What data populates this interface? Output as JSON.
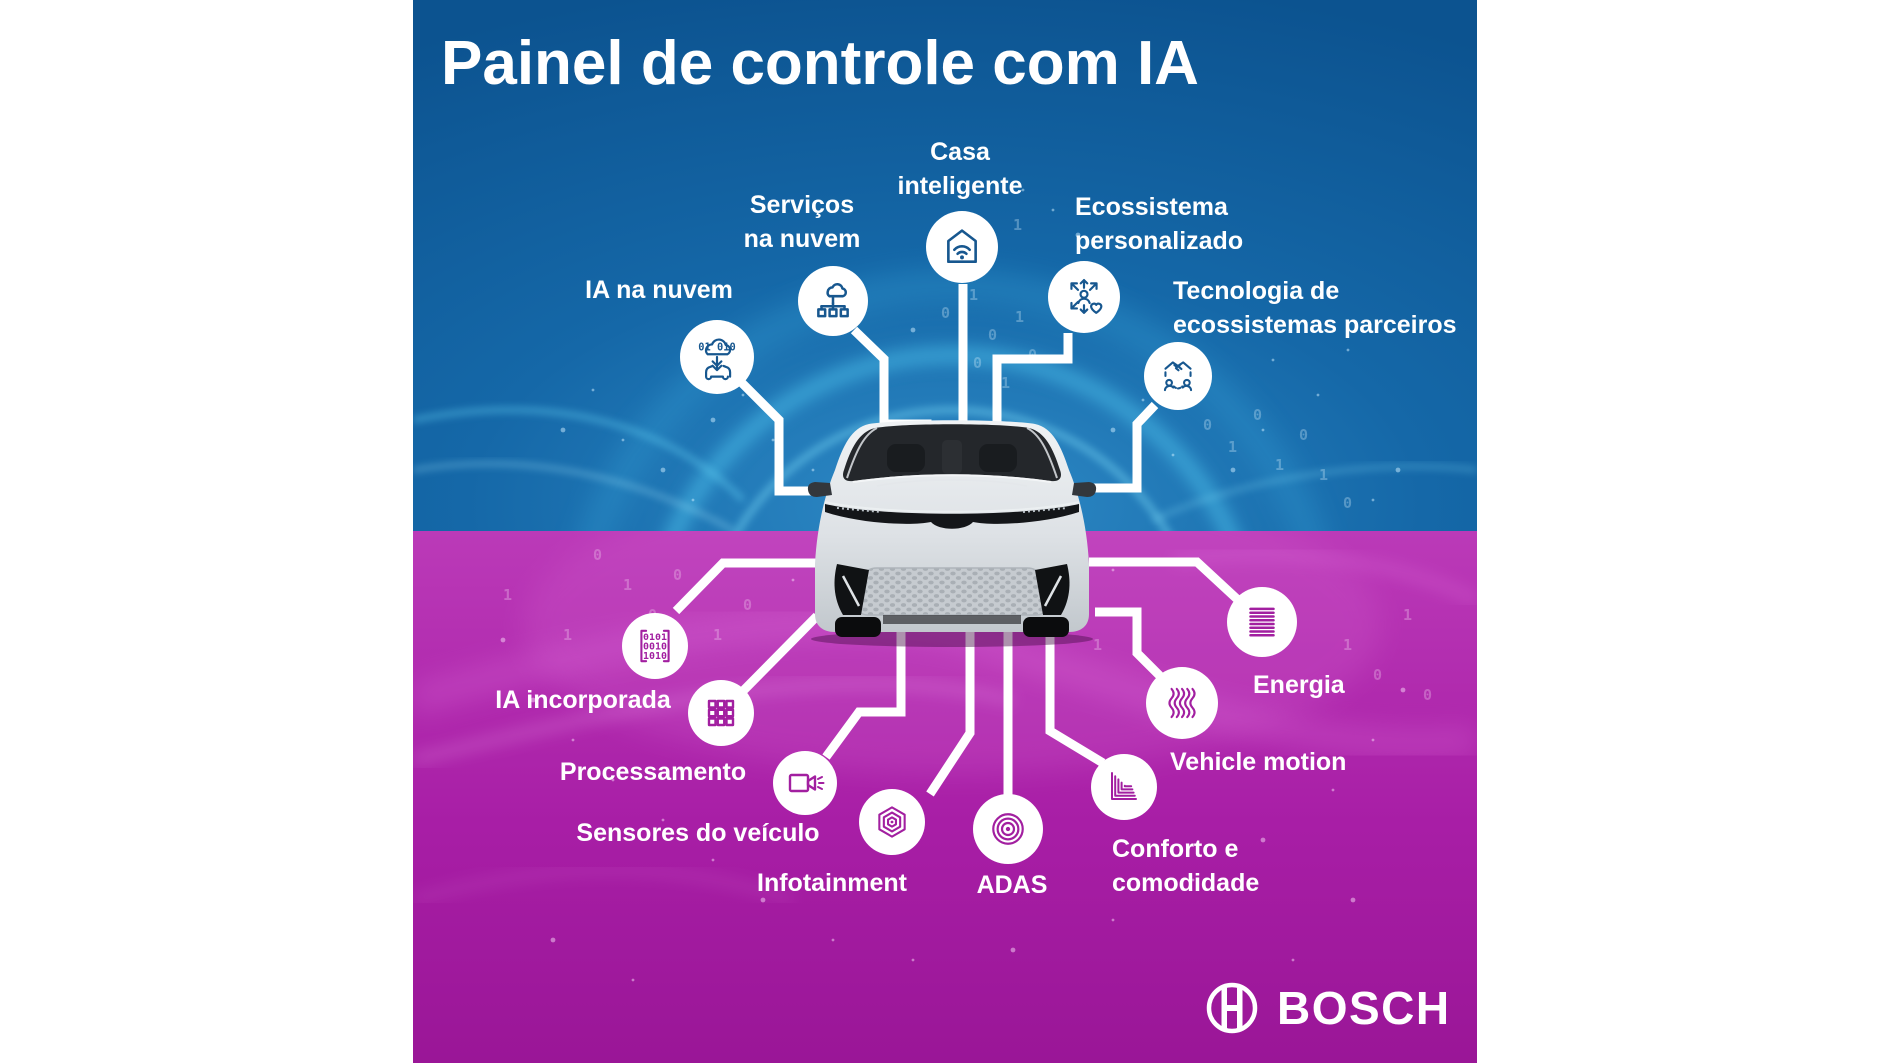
{
  "title": "Painel de controle com IA",
  "brand": {
    "name": "BOSCH"
  },
  "colors": {
    "blue_bg": "#1264a3",
    "magenta_bg": "#ad24ab",
    "icon_blue": "#17578f",
    "icon_magenta": "#a21fa0",
    "text": "#ffffff",
    "connector": "#ffffff"
  },
  "background": {
    "binary_chars": [
      "0",
      "1"
    ]
  },
  "center": {
    "subject": "frontal view of a silver concept car"
  },
  "nodes": {
    "ia_na_nuvem": {
      "label": "IA na nuvem",
      "icon": "cloud-ai-car-icon"
    },
    "servicos_na_nuvem": {
      "label": "Serviços",
      "label2": "na nuvem",
      "icon": "cloud-network-icon"
    },
    "casa_inteligente": {
      "label": "Casa",
      "label2": "inteligente",
      "icon": "smart-home-icon"
    },
    "ecossistema_personalizado": {
      "label": "Ecossistema",
      "label2": "personalizado",
      "icon": "person-arrows-heart-icon"
    },
    "tecnologia_parceiros": {
      "label": "Tecnologia de",
      "label2": "ecossistemas parceiros",
      "icon": "handshake-people-icon"
    },
    "ia_incorporada": {
      "label": "IA incorporada",
      "icon": "binary-code-icon",
      "binary_rows": [
        "0101",
        "0010",
        "1010"
      ]
    },
    "processamento": {
      "label": "Processamento",
      "icon": "chip-grid-icon"
    },
    "sensores_do_veiculo": {
      "label": "Sensores do veículo",
      "icon": "camera-icon"
    },
    "infotainment": {
      "label": "Infotainment",
      "icon": "hexagon-target-icon"
    },
    "adas": {
      "label": "ADAS",
      "icon": "radar-target-icon"
    },
    "conforto_comodidade": {
      "label": "Conforto e",
      "label2": "comodidade",
      "icon": "layered-corner-icon"
    },
    "vehicle_motion": {
      "label": "Vehicle motion",
      "icon": "wavy-lines-icon"
    },
    "energia": {
      "label": "Energia",
      "icon": "stripes-icon"
    }
  }
}
